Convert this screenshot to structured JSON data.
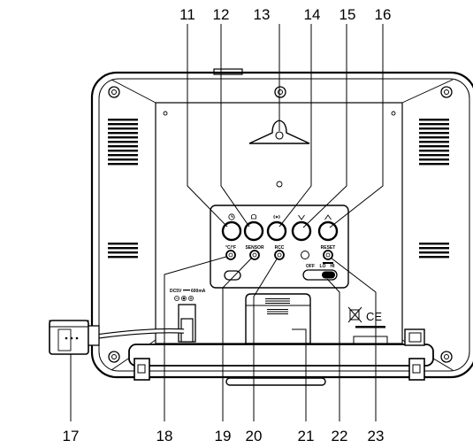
{
  "callouts": [
    "11",
    "12",
    "13",
    "14",
    "15",
    "16",
    "17",
    "18",
    "19",
    "20",
    "21",
    "22",
    "23"
  ],
  "panel": {
    "button_labels": {
      "cf": "°C/°F",
      "sensor": "SENSOR",
      "rcc": "RCC",
      "reset": "RESET"
    },
    "switch": {
      "off": "OFF",
      "lo": "LO",
      "hi": "HI"
    },
    "power_label": "DC5V",
    "power_rating": "600mA",
    "ce_mark": "CE"
  }
}
